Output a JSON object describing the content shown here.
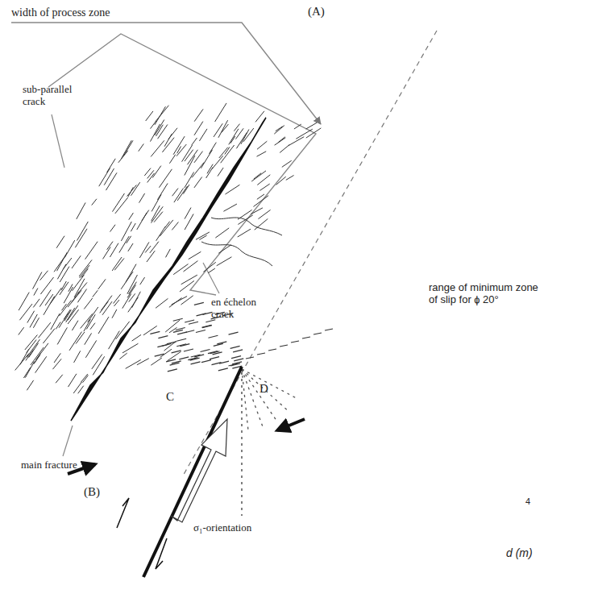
{
  "diagram": {
    "labels": [
      "width of process zone",
      "(A)",
      "sub-parallel crack",
      "en échelon crack",
      "main fracture",
      "(B)",
      "C",
      "D",
      "σ₁-orientation",
      "range of minimum zone of slip for ɸ 20°",
      "4",
      "d (m)"
    ]
  }
}
